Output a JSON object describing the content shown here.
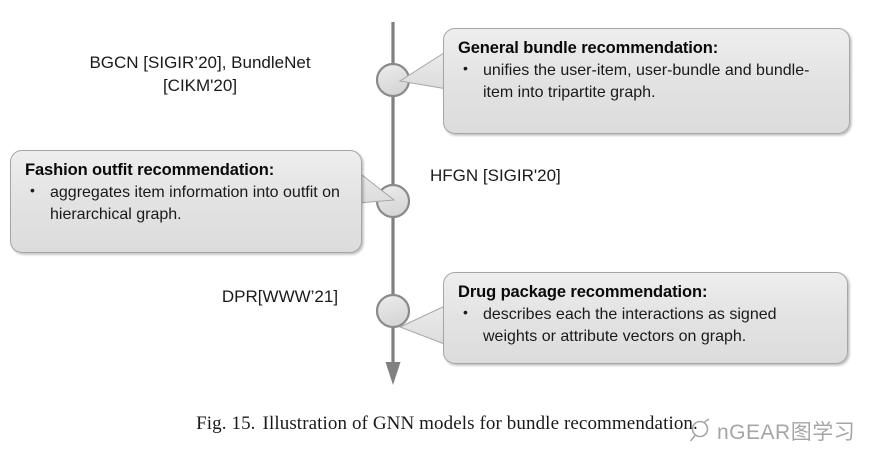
{
  "figure": {
    "caption_number": "Fig. 15.",
    "caption_text": "Illustration of GNN models for bundle recommendation."
  },
  "colors": {
    "spine": "#808080",
    "node_fill": "#e0e0e0",
    "node_stroke": "#808080",
    "callout_fill": "#e3e3e3",
    "callout_stroke": "#a6a6a6",
    "text": "#1a1a1a",
    "watermark": "#8d8d8d"
  },
  "timeline": {
    "nodes": [
      {
        "id": "node-bgcn",
        "label": "BGCN [SIGIR’20], BundleNet\n[CIKM'20]"
      },
      {
        "id": "node-hfgn",
        "label": "HFGN [SIGIR'20]"
      },
      {
        "id": "node-dpr",
        "label": "DPR[WWW’21]"
      }
    ]
  },
  "callouts": [
    {
      "id": "general-bundle",
      "title": "General bundle recommendation:",
      "bullets": [
        "unifies the user-item, user-bundle and bundle-item into tripartite graph."
      ]
    },
    {
      "id": "fashion-outfit",
      "title": "Fashion outfit recommendation:",
      "bullets": [
        "aggregates item information into outfit on hierarchical graph."
      ]
    },
    {
      "id": "drug-package",
      "title": "Drug package recommendation:",
      "bullets": [
        "describes each the interactions as signed weights or attribute vectors on graph."
      ]
    }
  ],
  "watermark": {
    "text": "nGEAR图学习",
    "mark": "magnifier-logo-icon"
  }
}
